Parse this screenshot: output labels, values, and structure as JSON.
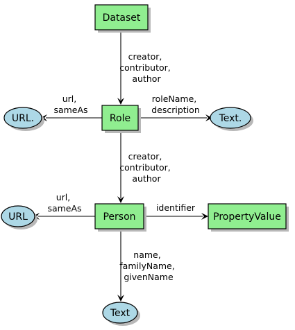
{
  "colors": {
    "entity_fill": "#90EE90",
    "literal_fill": "#ADD8E6"
  },
  "nodes": {
    "dataset": {
      "label": "Dataset",
      "kind": "entity"
    },
    "role": {
      "label": "Role",
      "kind": "entity"
    },
    "person": {
      "label": "Person",
      "kind": "entity"
    },
    "property_value": {
      "label": "PropertyValue",
      "kind": "entity"
    },
    "url_dot": {
      "label": "URL.",
      "kind": "literal"
    },
    "text_dot": {
      "label": "Text.",
      "kind": "literal"
    },
    "url": {
      "label": "URL",
      "kind": "literal"
    },
    "text": {
      "label": "Text",
      "kind": "literal"
    }
  },
  "edges": {
    "dataset_role": {
      "lines": [
        "creator,",
        "contributor,",
        "author"
      ]
    },
    "role_url": {
      "lines": [
        "url,",
        "sameAs"
      ]
    },
    "role_text": {
      "lines": [
        "roleName,",
        "description"
      ]
    },
    "role_person": {
      "lines": [
        "creator,",
        "contributor,",
        "author"
      ]
    },
    "person_url": {
      "lines": [
        "url,",
        "sameAs"
      ]
    },
    "person_propertyvalue": {
      "lines": [
        "identifier"
      ]
    },
    "person_text": {
      "lines": [
        "name,",
        "familyName,",
        "givenName"
      ]
    }
  }
}
